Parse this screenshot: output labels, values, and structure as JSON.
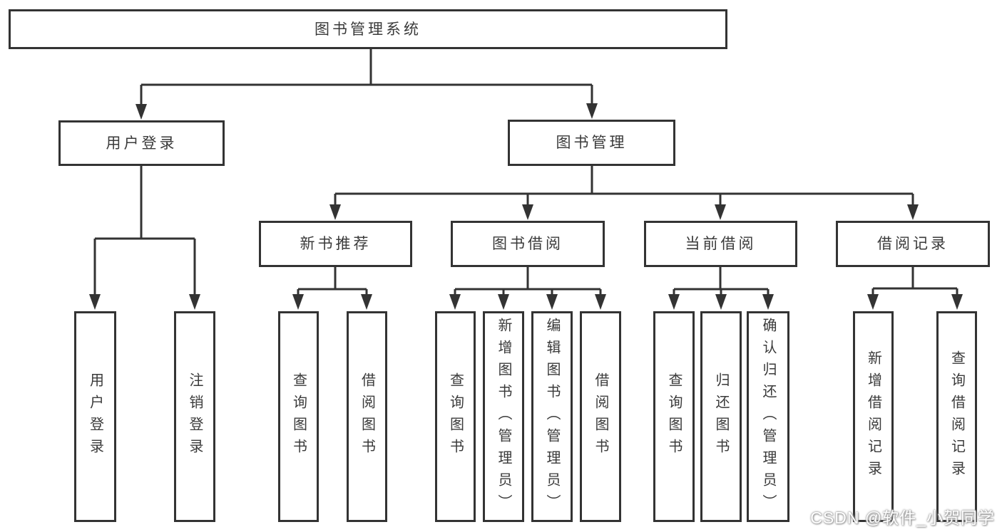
{
  "diagram": {
    "title": "图书管理系统",
    "nodes": {
      "root": {
        "label": "图书管理系统"
      },
      "user_login_branch": {
        "label": "用户登录"
      },
      "book_management": {
        "label": "图书管理"
      },
      "user_login_leaf": {
        "label": "用户登录"
      },
      "logout_leaf": {
        "label": "注销登录"
      },
      "new_book_recommend": {
        "label": "新书推荐"
      },
      "book_borrowing": {
        "label": "图书借阅"
      },
      "current_borrowing": {
        "label": "当前借阅"
      },
      "borrowing_records": {
        "label": "借阅记录"
      },
      "nbr_query_books": {
        "label": "查询图书"
      },
      "nbr_borrow_books": {
        "label": "借阅图书"
      },
      "bb_query_books": {
        "label": "查询图书"
      },
      "bb_add_books_admin": {
        "label": "新增图书（管理员）"
      },
      "bb_edit_books_admin": {
        "label": "编辑图书（管理员）"
      },
      "bb_borrow_books": {
        "label": "借阅图书"
      },
      "cb_query_books": {
        "label": "查询图书"
      },
      "cb_return_books": {
        "label": "归还图书"
      },
      "cb_confirm_return_admin": {
        "label": "确认归还（管理员）"
      },
      "br_add_record": {
        "label": "新增借阅记录"
      },
      "br_query_record": {
        "label": "查询借阅记录"
      }
    },
    "watermark": "CSDN @软件_小贺同学",
    "colors": {
      "line": "#333333",
      "text": "#3a3a3a",
      "background": "#ffffff",
      "watermark": "#ffffff",
      "watermark_shadow": "#9a9a9a"
    }
  }
}
